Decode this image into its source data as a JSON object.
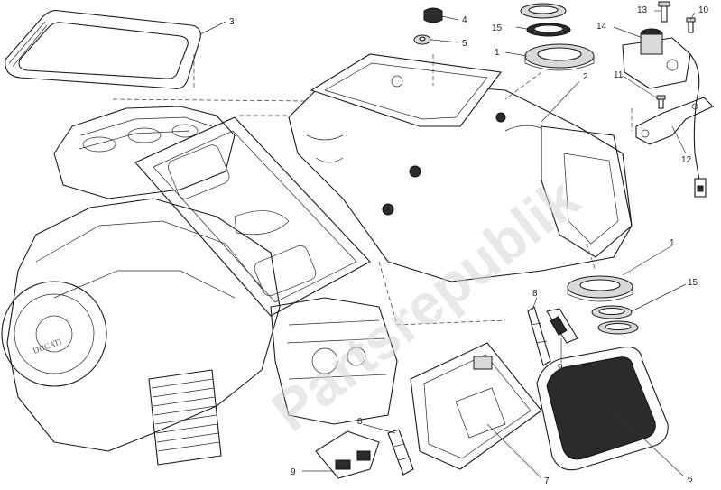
{
  "diagram": {
    "watermark": "Partsrepublik",
    "engine_brand": "DUCATI",
    "callouts": [
      {
        "id": "c3",
        "text": "3"
      },
      {
        "id": "c4",
        "text": "4"
      },
      {
        "id": "c5",
        "text": "5"
      },
      {
        "id": "c15a",
        "text": "15"
      },
      {
        "id": "c1a",
        "text": "1"
      },
      {
        "id": "c2",
        "text": "2"
      },
      {
        "id": "c13",
        "text": "13"
      },
      {
        "id": "c10",
        "text": "10"
      },
      {
        "id": "c14",
        "text": "14"
      },
      {
        "id": "c11",
        "text": "11"
      },
      {
        "id": "c12",
        "text": "12"
      },
      {
        "id": "c1b",
        "text": "1"
      },
      {
        "id": "c15b",
        "text": "15"
      },
      {
        "id": "c8a",
        "text": "8"
      },
      {
        "id": "c9a",
        "text": "9"
      },
      {
        "id": "c8b",
        "text": "8"
      },
      {
        "id": "c9b",
        "text": "9"
      },
      {
        "id": "c7",
        "text": "7"
      },
      {
        "id": "c6",
        "text": "6"
      }
    ]
  }
}
